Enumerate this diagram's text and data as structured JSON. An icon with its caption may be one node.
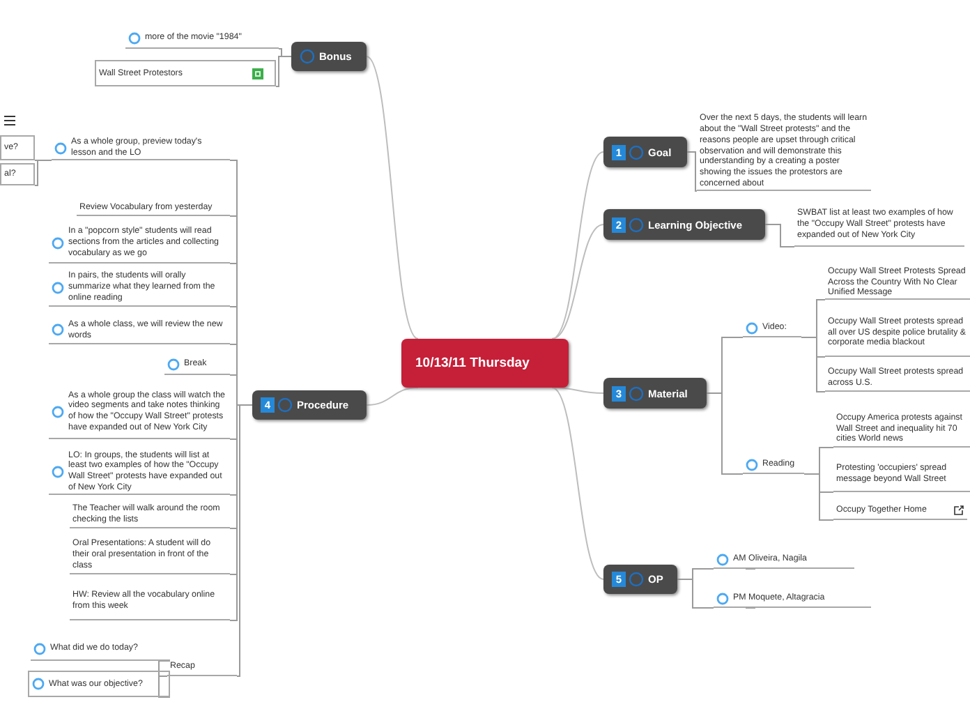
{
  "diagram": {
    "nodes": [
      {
        "text": [
          "10/13/11 Thursday"
        ]
      },
      {
        "text": [
          "Bonus"
        ]
      },
      {
        "text": [
          "more of the movie \"1984\""
        ]
      },
      {
        "text": [
          "Wall Street Protestors"
        ]
      },
      {
        "text": [
          "1",
          "Goal"
        ]
      },
      {
        "text": [
          "Over the next 5 days, the students will learn about the \"Wall Street protests\" and the reasons people are upset through critical observation and will demonstrate this understanding by a creating a poster showing the issues the protestors are concerned about"
        ]
      },
      {
        "text": [
          "2",
          "Learning Objective"
        ]
      },
      {
        "text": [
          "SWBAT list at least two examples of how the \"Occupy Wall Street\" protests have expanded out of New York City"
        ]
      },
      {
        "text": [
          "3",
          "Material"
        ]
      },
      {
        "text": [
          "Video:"
        ]
      },
      {
        "text": [
          "Occupy Wall Street Protests Spread Across the Country With No Clear Unified Message"
        ]
      },
      {
        "text": [
          "Occupy Wall Street protests spread all over US despite police brutality & corporate media blackout"
        ]
      },
      {
        "text": [
          "Occupy Wall Street protests spread across U.S."
        ]
      },
      {
        "text": [
          "Reading"
        ]
      },
      {
        "text": [
          "Occupy America protests against Wall Street and inequality hit 70 cities World news"
        ]
      },
      {
        "text": [
          "Protesting 'occupiers' spread message beyond Wall Street"
        ]
      },
      {
        "text": [
          "Occupy Together  Home"
        ]
      },
      {
        "text": [
          "5",
          "OP"
        ]
      },
      {
        "text": [
          "AM"
        ]
      },
      {
        "text": [
          "Oliveira, Nagila"
        ]
      },
      {
        "text": [
          "PM"
        ]
      },
      {
        "text": [
          "Moquete, Altagracia"
        ]
      },
      {
        "text": [
          "4",
          "Procedure"
        ]
      },
      {
        "text": [
          "As a whole group, preview today's lesson and the LO"
        ]
      },
      {
        "text": [
          "ve?"
        ]
      },
      {
        "text": [
          "al?"
        ]
      },
      {
        "text": [
          "Review Vocabulary from yesterday"
        ]
      },
      {
        "text": [
          "In a \"popcorn style\" students will read sections from the articles and collecting vocabulary as we go"
        ]
      },
      {
        "text": [
          "In pairs, the students will orally summarize what they learned from the online reading"
        ]
      },
      {
        "text": [
          "As a whole class, we will review the new words"
        ]
      },
      {
        "text": [
          "Break"
        ]
      },
      {
        "text": [
          "As a whole group the class will watch the video segments and take notes thinking of how the \"Occupy Wall Street\" protests have expanded out of New York City"
        ]
      },
      {
        "text": [
          "LO: In groups, the students will list at least two examples of how the \"Occupy Wall Street\" protests have expanded out of New York City"
        ]
      },
      {
        "text": [
          "The Teacher will walk around the room checking the lists"
        ]
      },
      {
        "text": [
          "Oral Presentations: A student will do their oral presentation in front of the class"
        ]
      },
      {
        "text": [
          "HW: Review all the vocabulary online from this week"
        ]
      },
      {
        "text": [
          "Recap"
        ]
      },
      {
        "text": [
          "What did we  do today?"
        ]
      },
      {
        "text": [
          "What was our objective?"
        ]
      }
    ],
    "edges": [
      {
        "from": 0,
        "to": 1,
        "arrow": "none"
      },
      {
        "from": 1,
        "to": 2,
        "arrow": "none"
      },
      {
        "from": 1,
        "to": 3,
        "arrow": "none"
      },
      {
        "from": 0,
        "to": 4,
        "arrow": "none"
      },
      {
        "from": 4,
        "to": 5,
        "arrow": "none"
      },
      {
        "from": 0,
        "to": 6,
        "arrow": "none"
      },
      {
        "from": 6,
        "to": 7,
        "arrow": "none"
      },
      {
        "from": 0,
        "to": 8,
        "arrow": "none"
      },
      {
        "from": 8,
        "to": 9,
        "arrow": "none"
      },
      {
        "from": 9,
        "to": 10,
        "arrow": "none"
      },
      {
        "from": 9,
        "to": 11,
        "arrow": "none"
      },
      {
        "from": 9,
        "to": 12,
        "arrow": "none"
      },
      {
        "from": 8,
        "to": 13,
        "arrow": "none"
      },
      {
        "from": 13,
        "to": 14,
        "arrow": "none"
      },
      {
        "from": 13,
        "to": 15,
        "arrow": "none"
      },
      {
        "from": 13,
        "to": 16,
        "arrow": "none"
      },
      {
        "from": 0,
        "to": 17,
        "arrow": "none"
      },
      {
        "from": 17,
        "to": 18,
        "arrow": "none"
      },
      {
        "from": 18,
        "to": 19,
        "arrow": "none"
      },
      {
        "from": 17,
        "to": 20,
        "arrow": "none"
      },
      {
        "from": 20,
        "to": 21,
        "arrow": "none"
      },
      {
        "from": 0,
        "to": 22,
        "arrow": "none"
      },
      {
        "from": 22,
        "to": 23,
        "arrow": "none"
      },
      {
        "from": 23,
        "to": 24,
        "arrow": "none"
      },
      {
        "from": 23,
        "to": 25,
        "arrow": "none"
      },
      {
        "from": 22,
        "to": 26,
        "arrow": "none"
      },
      {
        "from": 22,
        "to": 27,
        "arrow": "none"
      },
      {
        "from": 22,
        "to": 28,
        "arrow": "none"
      },
      {
        "from": 22,
        "to": 29,
        "arrow": "none"
      },
      {
        "from": 22,
        "to": 30,
        "arrow": "none"
      },
      {
        "from": 22,
        "to": 31,
        "arrow": "none"
      },
      {
        "from": 22,
        "to": 32,
        "arrow": "none"
      },
      {
        "from": 22,
        "to": 33,
        "arrow": "none"
      },
      {
        "from": 22,
        "to": 34,
        "arrow": "none"
      },
      {
        "from": 22,
        "to": 35,
        "arrow": "none"
      },
      {
        "from": 22,
        "to": 36,
        "arrow": "none"
      },
      {
        "from": 36,
        "to": 37,
        "arrow": "none"
      },
      {
        "from": 36,
        "to": 38,
        "arrow": "none"
      }
    ]
  }
}
